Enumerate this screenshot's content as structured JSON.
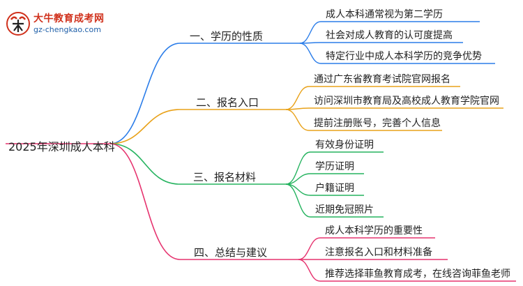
{
  "logo": {
    "title": "大牛教育成考网",
    "url": "gz-chengkao.com"
  },
  "root": {
    "label": "2025年深圳成人本科"
  },
  "branches": [
    {
      "label": "一、学历的性质",
      "color": "#2b7de9",
      "leaves": [
        {
          "label": "成人本科通常视为第二学历"
        },
        {
          "label": "社会对成人教育的认可度提高"
        },
        {
          "label": "特定行业中成人本科学历的竞争优势"
        }
      ]
    },
    {
      "label": "二、报名入口",
      "color": "#e9a21a",
      "leaves": [
        {
          "label": "通过广东省教育考试院官网报名"
        },
        {
          "label": "访问深圳市教育局及高校成人教育学院官网"
        },
        {
          "label": "提前注册账号，完善个人信息"
        }
      ]
    },
    {
      "label": "三、报名材料",
      "color": "#25b35f",
      "leaves": [
        {
          "label": "有效身份证明"
        },
        {
          "label": "学历证明"
        },
        {
          "label": "户籍证明"
        },
        {
          "label": "近期免冠照片"
        }
      ]
    },
    {
      "label": "四、总结与建议",
      "color": "#e6336f",
      "leaves": [
        {
          "label": "成人本科学历的重要性"
        },
        {
          "label": "注意报名入口和材料准备"
        },
        {
          "label": "推荐选择菲鱼教育成考，在线咨询菲鱼老师"
        }
      ]
    }
  ]
}
